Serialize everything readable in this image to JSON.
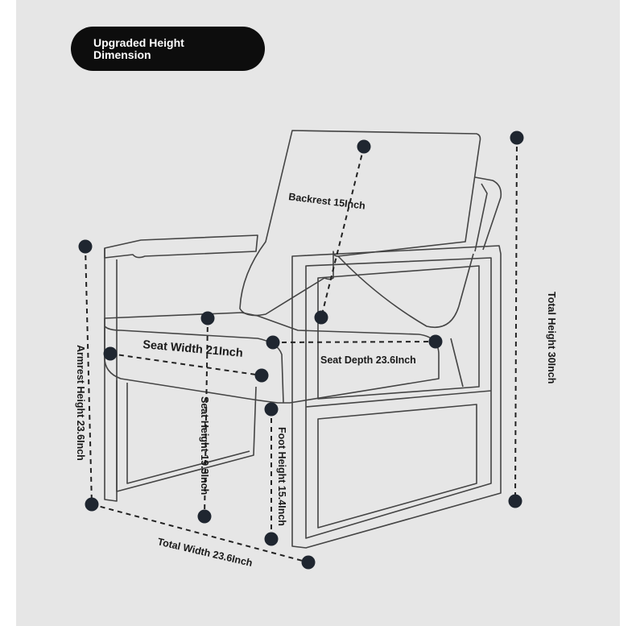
{
  "badge": {
    "title": "Upgraded Height\nDimension"
  },
  "dimensions": {
    "backrest": "Backrest 15Inch",
    "seat_width": "Seat Width 21Inch",
    "seat_depth": "Seat Depth 23.6Inch",
    "total_height": "Total Height 30Inch",
    "armrest_height": "Armrest Height 23.6Inch",
    "seat_height": "Seat Height 19.3Inch",
    "foot_height": "Foot Height 15.4Inch",
    "total_width": "Total Width 23.6Inch"
  },
  "colors": {
    "background": "#e6e6e6",
    "line": "#3a3a3a",
    "marker": "#1f2630",
    "badge": "#0d0d0d"
  }
}
